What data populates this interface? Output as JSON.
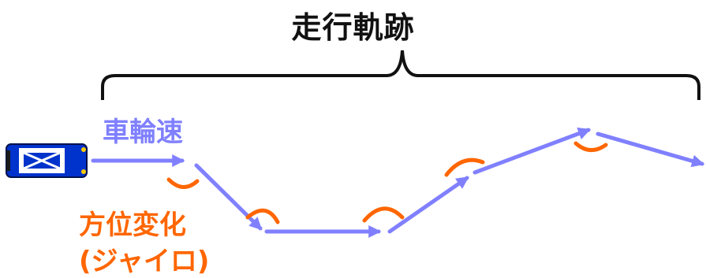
{
  "title": "走行軌跡",
  "labels": {
    "wheel_speed": "車輪速",
    "heading_change": "方位変化",
    "gyro": "(ジャイロ)"
  },
  "colors": {
    "arrow": "#8080ff",
    "arc": "#ff6600",
    "car_body": "#0033cc",
    "car_light": "#ffcc00",
    "text": "#111111"
  },
  "icons": {
    "car": "car-top-view-icon"
  }
}
